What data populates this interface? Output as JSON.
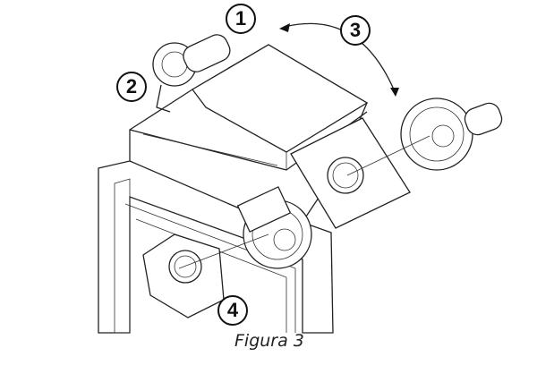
{
  "callouts": [
    {
      "id": "1",
      "label": "1"
    },
    {
      "id": "2",
      "label": "2"
    },
    {
      "id": "3",
      "label": "3"
    },
    {
      "id": "4",
      "label": "4"
    }
  ],
  "caption": "Figura 3"
}
